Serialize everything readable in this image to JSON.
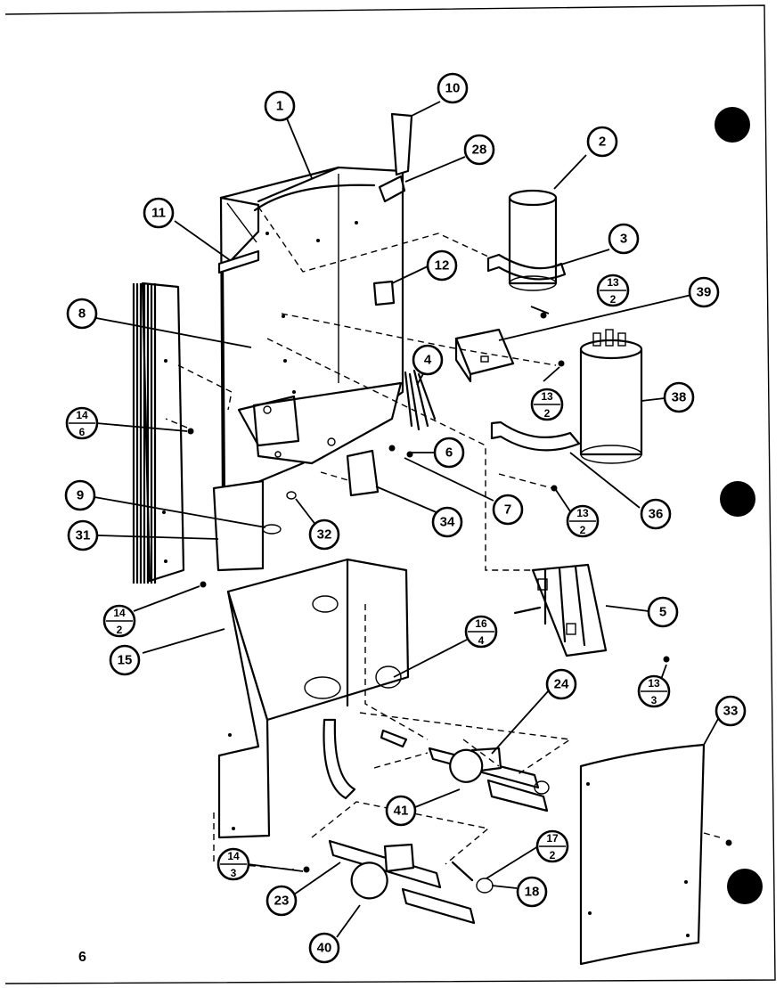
{
  "page_number": "6",
  "callouts": {
    "c1": "1",
    "c10": "10",
    "c28": "28",
    "c2": "2",
    "c3": "3",
    "c11": "11",
    "c12": "12",
    "c13a_top": "13",
    "c13a_bot": "2",
    "c39": "39",
    "c8": "8",
    "c4": "4",
    "c13b_top": "13",
    "c13b_bot": "2",
    "c38": "38",
    "c14a_top": "14",
    "c14a_bot": "6",
    "c6": "6",
    "c7": "7",
    "c13c_top": "13",
    "c13c_bot": "2",
    "c36": "36",
    "c9": "9",
    "c34": "34",
    "c32": "32",
    "c31": "31",
    "c5": "5",
    "c14b_top": "14",
    "c14b_bot": "2",
    "c13d_top": "13",
    "c13d_bot": "3",
    "c15": "15",
    "c16_top": "16",
    "c16_bot": "4",
    "c24": "24",
    "c33": "33",
    "c41": "41",
    "c17_top": "17",
    "c17_bot": "2",
    "c14c_top": "14",
    "c14c_bot": "3",
    "c23": "23",
    "c18": "18",
    "c40": "40"
  }
}
